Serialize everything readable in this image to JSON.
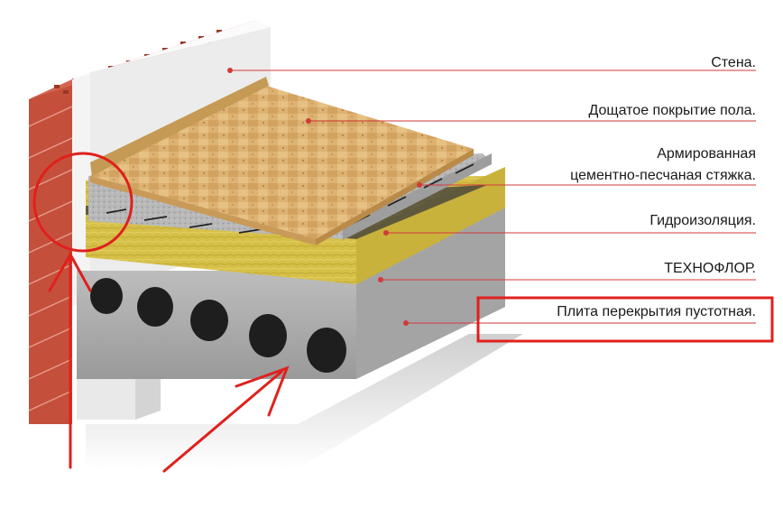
{
  "labels": {
    "wall": "Стена.",
    "floor_covering": "Дощатое покрытие пола.",
    "screed_line1": "Армированная",
    "screed_line2": "цементно-песчаная стяжка.",
    "waterproofing": "Гидроизоляция.",
    "insulation": "ТЕХНОФЛОР.",
    "slab": "Плита перекрытия пустотная."
  },
  "colors": {
    "annotation_red": "#e0201c",
    "leader_line": "#d23a3a",
    "brick": "#c8503c",
    "plaster": "#f2f2f2",
    "wood": "#d9ad6a",
    "screed": "#b9b9b9",
    "insulation": "#d8c24a",
    "concrete": "#a8a8a8"
  },
  "annotations": {
    "highlighted_label": "slab",
    "circle_marker": "wall-floor-junction",
    "arrows": [
      "to-circle",
      "to-slab-hollow"
    ]
  }
}
